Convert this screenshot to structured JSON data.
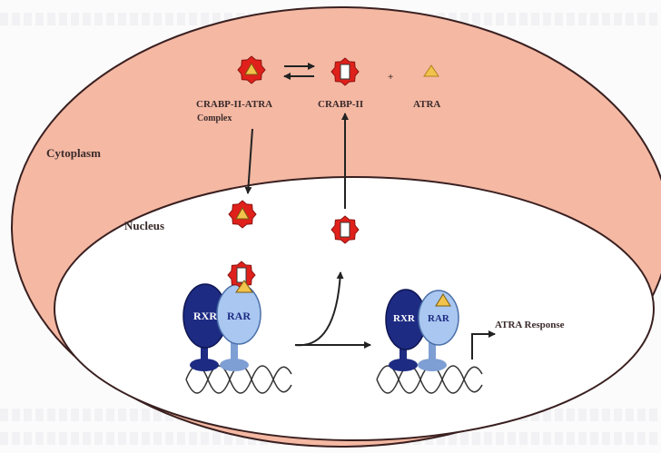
{
  "labels": {
    "complex_line1": "CRABP-II-ATRA",
    "complex_line2": "Complex",
    "crabp": "CRABP-II",
    "plus": "+",
    "atra": "ATRA",
    "cytoplasm": "Cytoplasm",
    "nucleus": "Nucleus",
    "rxr_left": "RXR",
    "rar_left": "RAR",
    "rxr_right": "RXR",
    "rar_right": "RAR",
    "response": "ATRA Response"
  },
  "colors": {
    "cytoplasm_fill": "#f4b8a3",
    "nucleus_fill": "#ffffff",
    "crabp_red": "#e0201b",
    "atra_yellow": "#f2c34c",
    "rxr_blue": "#1d2b83",
    "rar_blue": "#a9c7f0",
    "outline": "#2a2a2a"
  }
}
